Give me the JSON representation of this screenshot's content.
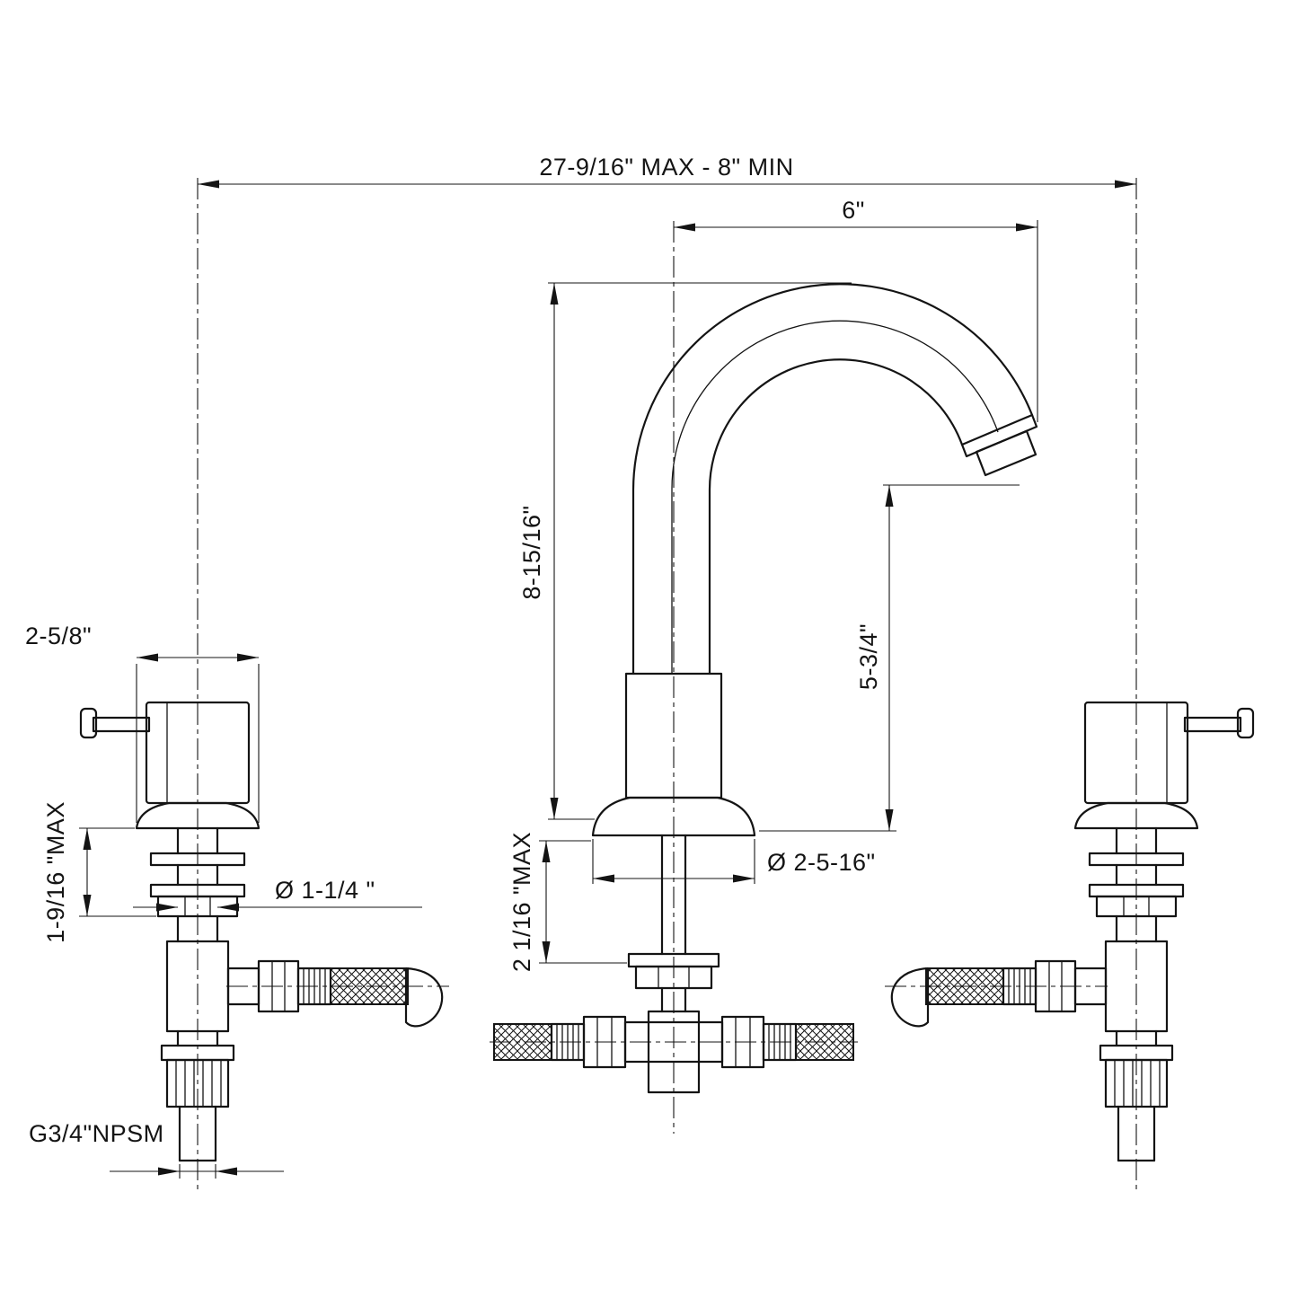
{
  "colors": {
    "ink": "#141414",
    "background": "#ffffff"
  },
  "drawing": {
    "labels": {
      "overall_span": "27-9/16\" MAX - 8\" MIN",
      "spout_reach": "6\"",
      "spout_height": "8-15/16\"",
      "outlet_height": "5-3/4\"",
      "handle_base_width": "2-5/8\"",
      "left_deck_max": "1-9/16 \"MAX",
      "valve_shank_dia": "Ø 1-1/4 \"",
      "center_deck_max": "2 1/16 \"MAX",
      "spout_base_dia": "Ø 2-5-16\"",
      "inlet_thread": "G3/4\"NPSM"
    }
  }
}
